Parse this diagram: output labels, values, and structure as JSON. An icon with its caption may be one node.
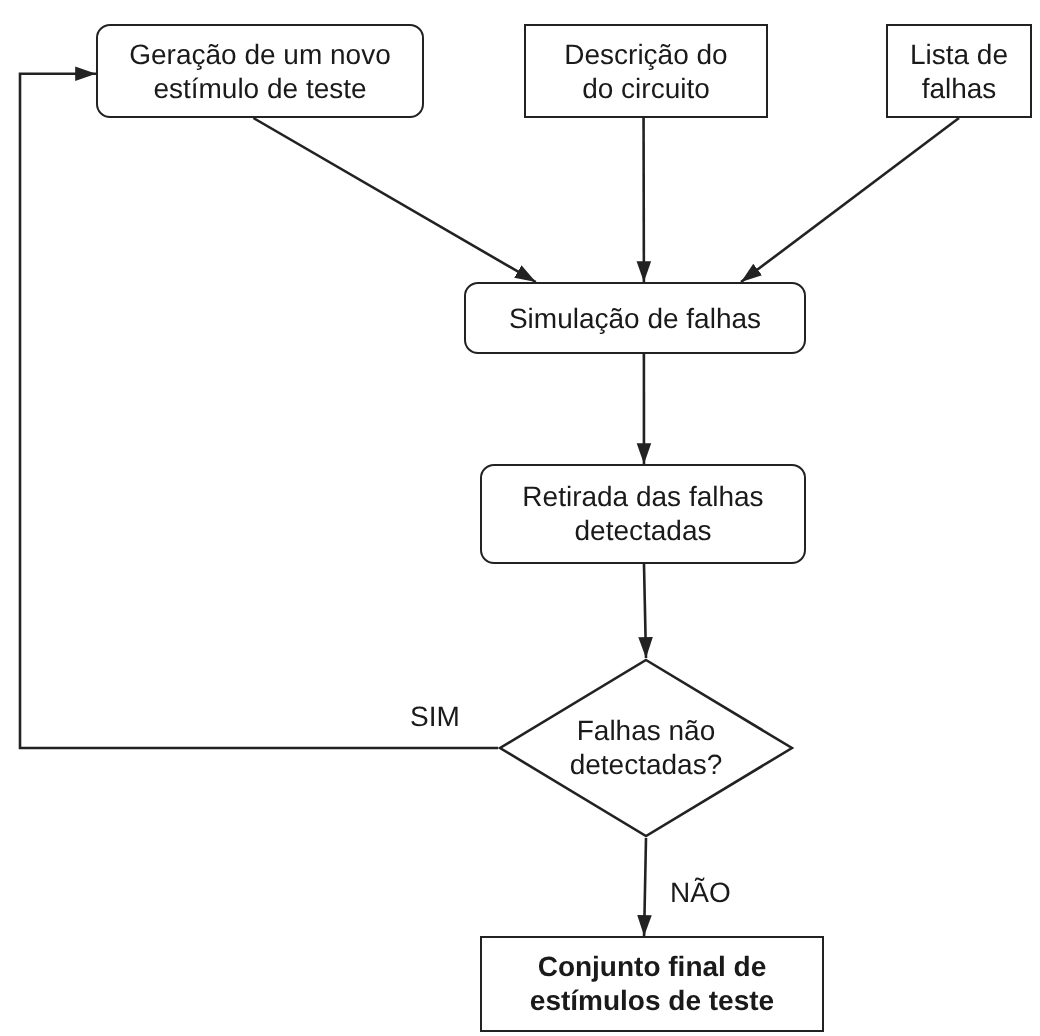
{
  "diagram": {
    "nodes": [
      {
        "text": [
          "Geração de um novo estímulo de teste"
        ]
      },
      {
        "text": [
          "Descrição do do circuito"
        ]
      },
      {
        "text": [
          "Lista de falhas"
        ]
      },
      {
        "text": [
          "Simulação de falhas"
        ]
      },
      {
        "text": [
          "Retirada das falhas detectadas"
        ]
      },
      {
        "text": [
          "Falhas não detectadas?"
        ]
      },
      {
        "text": [
          "Conjunto final de estímulos de teste"
        ]
      }
    ],
    "edges": [
      {
        "from": 0,
        "to": 3,
        "arrow": "to"
      },
      {
        "from": 1,
        "to": 3,
        "arrow": "to"
      },
      {
        "from": 2,
        "to": 3,
        "arrow": "to"
      },
      {
        "from": 3,
        "to": 4,
        "arrow": "to"
      },
      {
        "from": 4,
        "to": 5,
        "arrow": "to"
      },
      {
        "from": 5,
        "to": 0,
        "arrow": "to",
        "label": "SIM"
      },
      {
        "from": 5,
        "to": 6,
        "arrow": "to",
        "label": "NÃO"
      }
    ]
  }
}
